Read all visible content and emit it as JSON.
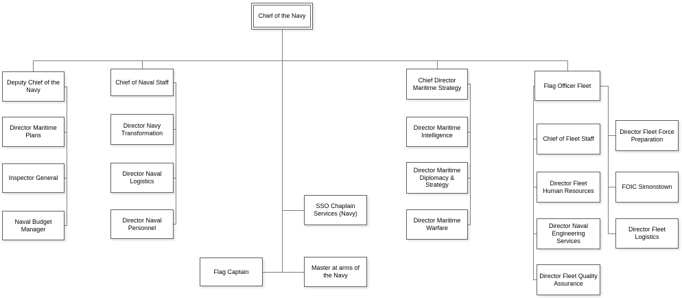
{
  "diagram": {
    "type": "org-chart",
    "title": "Chief of the Navy organisation chart",
    "styles": {
      "line_color": "#7f7f7f",
      "box_border_color": "#5f5f5f",
      "box_fill": "#ffffff",
      "text_color": "#000000"
    },
    "nodes": {
      "chief_of_the_navy": "Chief of the Navy",
      "deputy_chief_of_the_navy": "Deputy Chief of the Navy",
      "director_maritime_plans": "Director Maritime Plans",
      "inspector_general": "Inspector General",
      "naval_budget_manager": "Naval Budget Manager",
      "chief_of_naval_staff": "Chief of Naval Staff",
      "director_navy_transformation": "Director Navy Transformation",
      "director_naval_logistics": "Director Naval Logistics",
      "director_naval_personnel": "Director Naval Personnel",
      "sso_chaplain_services_navy": "SSO Chaplain Services (Navy)",
      "flag_captain": "Flag Captain",
      "master_at_arms_of_the_navy": "Master at arms of the Navy",
      "chief_director_maritime_strategy": "Chief Director Maritime Strategy",
      "director_maritime_intelligence": "Director Maritime Intelligence",
      "director_maritime_diplomacy_strategy": "Director Maritime Diplomacy & Strategy",
      "director_maritime_warfare": "Director Maritime Warfare",
      "flag_officer_fleet": "Flag Officer Fleet",
      "chief_of_fleet_staff": "Chief of Fleet Staff",
      "director_fleet_human_resources": "Director Fleet Human Resources",
      "director_naval_engineering_services": "Director Naval Engineering Services",
      "director_fleet_quality_assurance": "Director Fleet Quality Assurance",
      "director_fleet_force_preparation": "Director Fleet Force Preparation",
      "foic_simonstown": "FOIC Simonstown",
      "director_fleet_logistics": "Director Fleet Logistics"
    },
    "hierarchy": {
      "root": "chief_of_the_navy",
      "branches": [
        {
          "head": "deputy_chief_of_the_navy",
          "reports": [
            "director_maritime_plans",
            "inspector_general",
            "naval_budget_manager"
          ]
        },
        {
          "head": "chief_of_naval_staff",
          "reports": [
            "director_navy_transformation",
            "director_naval_logistics",
            "director_naval_personnel"
          ]
        },
        {
          "head": "chief_director_maritime_strategy",
          "reports": [
            "director_maritime_intelligence",
            "director_maritime_diplomacy_strategy",
            "director_maritime_warfare"
          ]
        },
        {
          "head": "flag_officer_fleet",
          "reports": [
            "chief_of_fleet_staff",
            "director_fleet_human_resources",
            "director_naval_engineering_services",
            "director_fleet_quality_assurance",
            "director_fleet_force_preparation",
            "foic_simonstown",
            "director_fleet_logistics"
          ]
        }
      ],
      "root_direct_reports": [
        "sso_chaplain_services_navy",
        "flag_captain",
        "master_at_arms_of_the_navy"
      ]
    }
  }
}
